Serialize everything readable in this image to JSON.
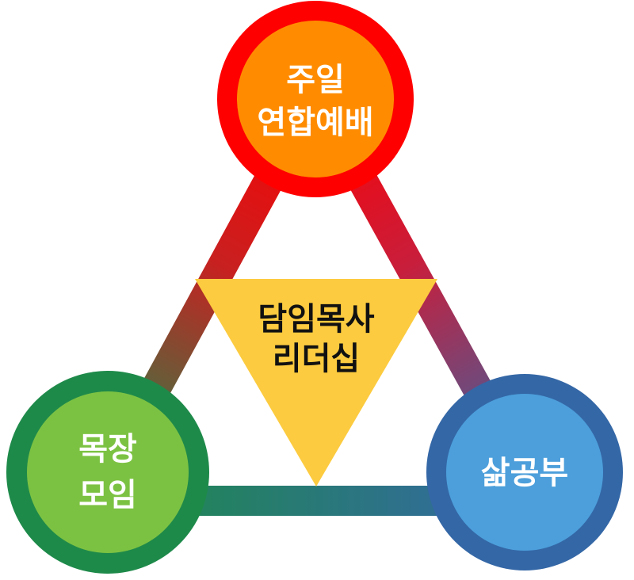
{
  "nodes": {
    "top": {
      "line1": "주일",
      "line2": "연합예배",
      "ring_color": "#ff0000",
      "fill_color": "#ff8c00"
    },
    "left": {
      "line1": "목장",
      "line2": "모임",
      "ring_color": "#1e8a4a",
      "fill_color": "#7cc242"
    },
    "right": {
      "line1": "삶공부",
      "ring_color": "#3467a6",
      "fill_color": "#4c9fdb"
    }
  },
  "center": {
    "line1": "담임목사",
    "line2": "리더십",
    "fill_color": "#fccb3f"
  }
}
